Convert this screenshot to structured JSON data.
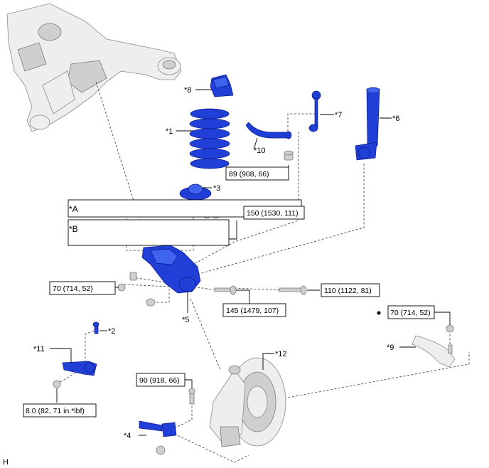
{
  "callouts": {
    "c1": "*1",
    "c2": "*2",
    "c3": "*3",
    "c4": "*4",
    "c5": "*5",
    "c6": "*6",
    "c7": "*7",
    "c8": "*8",
    "c9": "*9",
    "c10": "*10",
    "c11": "*11",
    "c12": "*12",
    "cA": "*A",
    "cB": "*B"
  },
  "torques": {
    "t89": "89 (908, 66)",
    "t150": "150 (1530, 111)",
    "t70a": "70 (714, 52)",
    "t145": "145 (1479, 107)",
    "t110": "110 (1122, 81)",
    "t70b": "70 (714, 52)",
    "t90": "90 (918, 66)",
    "t8": "8.0 (82, 71 in.*lbf)"
  },
  "corner_mark": "H",
  "colors": {
    "part_blue": "#1f3fd6",
    "subframe_grey": "#eeeeee"
  }
}
